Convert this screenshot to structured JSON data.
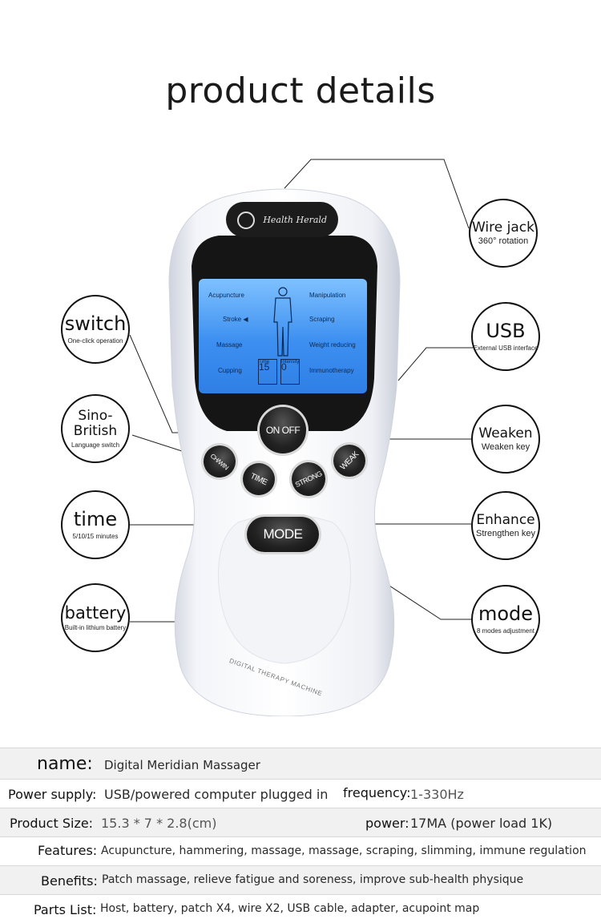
{
  "title": "product details",
  "device": {
    "brand": "Health Herald",
    "screen": {
      "left_items": [
        "Acupuncture",
        "Stroke ◀",
        "Massage",
        "Cupping"
      ],
      "right_items": [
        "Manipulation",
        "Scraping",
        "Weight reducing",
        "Immunotherapy"
      ],
      "time_value": "15",
      "time_label": "Time",
      "intensity_value": "0",
      "intensity_label": "Intensity"
    },
    "keys": {
      "on_off": "ON OFF",
      "ch_win": "CH/WIN",
      "time": "TIME",
      "strong": "STRONG",
      "weak": "WEAK",
      "mode": "MODE"
    },
    "body_text": "DIGITAL THERAPY MACHINE"
  },
  "callouts": {
    "wire_jack": {
      "title": "Wire jack",
      "sub": "360° rotation"
    },
    "usb": {
      "title": "USB",
      "sub": "External USB interface"
    },
    "weaken": {
      "title": "Weaken",
      "sub": "Weaken key"
    },
    "enhance": {
      "title": "Enhance",
      "sub": "Strengthen key"
    },
    "mode": {
      "title": "mode",
      "sub": "8 modes adjustment"
    },
    "switch": {
      "title": "switch",
      "sub": "One-click operation"
    },
    "sino_british": {
      "title": "Sino-British",
      "sub": "Language switch"
    },
    "time": {
      "title": "time",
      "sub": "5/10/15 minutes"
    },
    "battery": {
      "title": "battery",
      "sub": "Built-in lithium battery"
    }
  },
  "specs": {
    "name_label": "name:",
    "name_value": "Digital Meridian Massager",
    "power_supply_label": "Power supply:",
    "power_supply_value": "USB/powered computer plugged in",
    "frequency_label": "frequency:",
    "frequency_value": "1-330Hz",
    "size_label": "Product Size:",
    "size_value": "15.3 * 7 * 2.8(cm)",
    "power_label": "power:",
    "power_value": "17MA (power load 1K)",
    "features_label": "Features:",
    "features_value": "Acupuncture, hammering, massage, massage, scraping, slimming, immune regulation",
    "benefits_label": "Benefits:",
    "benefits_value": "Patch massage, relieve fatigue and soreness, improve sub-health physique",
    "parts_label": "Parts List:",
    "parts_value": "Host, battery, patch X4, wire X2, USB cable, adapter, acupoint map"
  }
}
